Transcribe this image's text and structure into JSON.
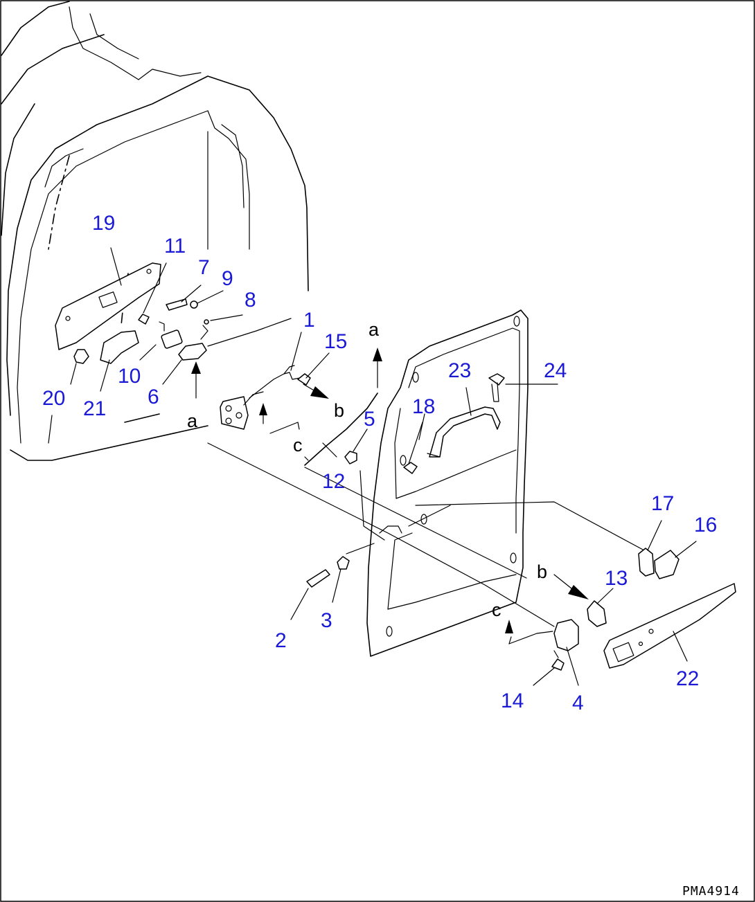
{
  "drawing_code": "PMA4914",
  "part_numbers": [
    "1",
    "2",
    "3",
    "4",
    "5",
    "6",
    "7",
    "8",
    "9",
    "10",
    "11",
    "12",
    "13",
    "14",
    "15",
    "16",
    "17",
    "18",
    "19",
    "20",
    "21",
    "22",
    "23",
    "24"
  ],
  "reference_letters": [
    "a",
    "a",
    "b",
    "b",
    "c",
    "c"
  ]
}
